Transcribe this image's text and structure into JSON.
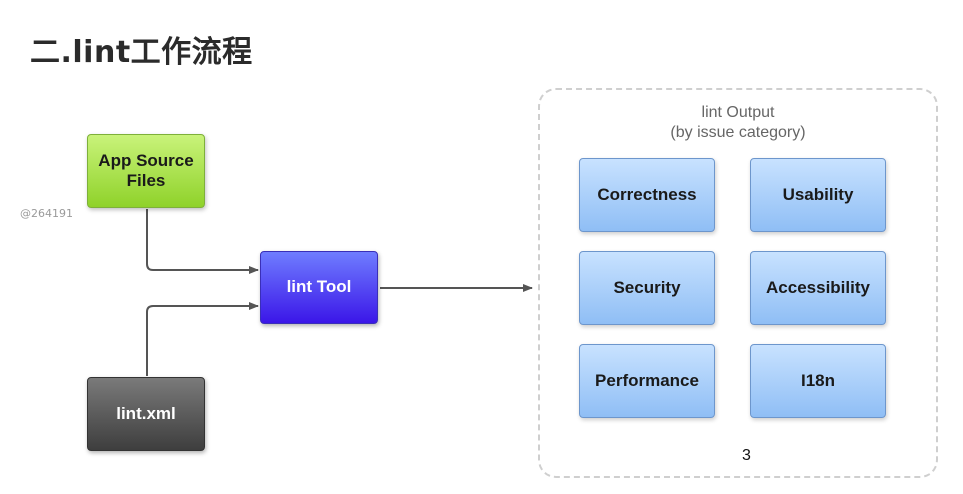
{
  "title": "二.lint工作流程",
  "watermark": "@264191",
  "nodes": {
    "source": "App Source Files",
    "tool": "lint Tool",
    "config": "lint.xml"
  },
  "output": {
    "title_line1": "lint Output",
    "title_line2": "(by issue category)",
    "categories": [
      "Correctness",
      "Usability",
      "Security",
      "Accessibility",
      "Performance",
      "I18n"
    ]
  },
  "page_number": "3"
}
